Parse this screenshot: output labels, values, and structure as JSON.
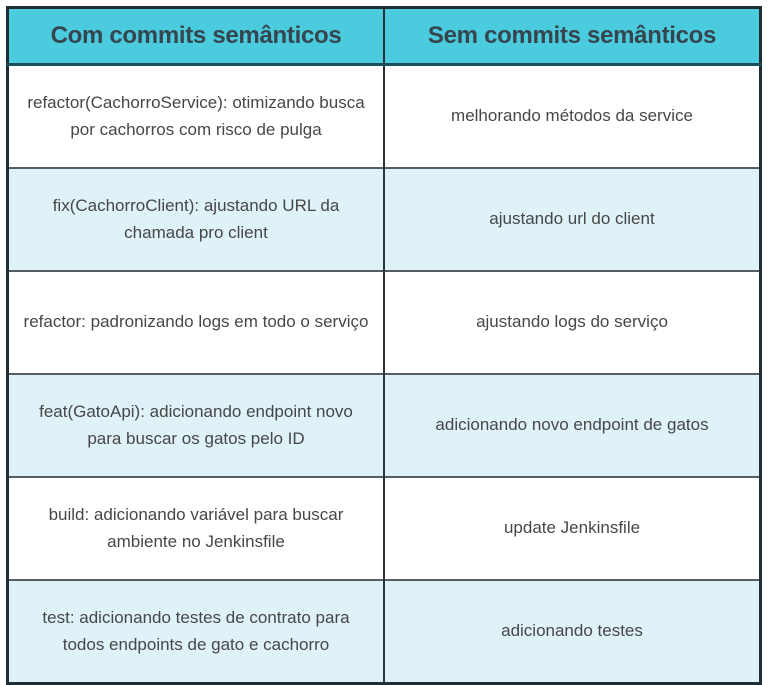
{
  "chart_data": {
    "type": "table",
    "title": "",
    "columns": [
      "Com commits semânticos",
      "Sem commits semânticos"
    ],
    "rows": [
      [
        "refactor(CachorroService): otimizando busca por cachorros com risco de pulga",
        "melhorando métodos da service"
      ],
      [
        "fix(CachorroClient): ajustando URL da chamada pro client",
        "ajustando url do client"
      ],
      [
        "refactor: padronizando logs em todo o serviço",
        "ajustando logs do serviço"
      ],
      [
        "feat(GatoApi): adicionando endpoint novo para buscar os gatos pelo ID",
        "adicionando novo endpoint de gatos"
      ],
      [
        "build: adicionando variável para buscar ambiente no Jenkinsfile",
        "update Jenkinsfile"
      ],
      [
        "test: adicionando testes de contrato para todos endpoints de gato e cachorro",
        "adicionando testes"
      ]
    ],
    "layout": {
      "zebra_striping": true,
      "grid": true,
      "header_position": "top"
    }
  },
  "colors": {
    "header_bg": "#4ACBDE",
    "header_text": "#36454E",
    "row_alt_bg": "#DFF2F8",
    "row_bg": "#FFFFFF",
    "body_text": "#474747",
    "outer_border": "#1D2E35",
    "header_divider": "#1B4F5A",
    "row_divider": "#565E63"
  }
}
